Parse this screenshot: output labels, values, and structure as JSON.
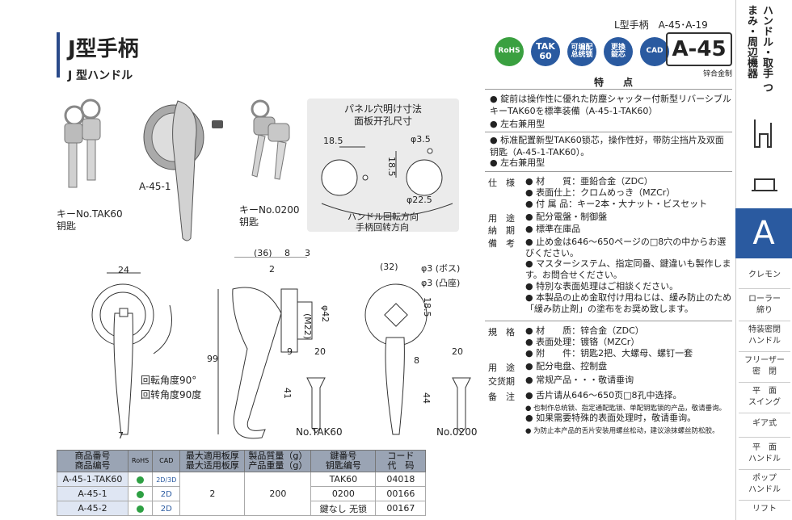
{
  "header": {
    "page_ref": "L型手柄　A-45･A-19",
    "title": "J型手柄",
    "subtitle": "J 型ハンドル",
    "code": "A-45",
    "code_sub": "锌合金制",
    "badges": [
      "RoHS",
      "TAK 60",
      "可编配\n总统锁",
      "更換\n錠芯",
      "CAD"
    ]
  },
  "side_tabs": {
    "category": "ハンドル・取手 つまみ・周辺機器",
    "letter": "A",
    "items": [
      "クレモン",
      "ローラー\n締り",
      "特装密閉\nハンドル",
      "フリーザー\n密　閉",
      "平　面\nスイング",
      "ギア式",
      "平　面\nハンドル",
      "ポップ\nハンドル",
      "リフト"
    ]
  },
  "images": {
    "key_tak60_jp": "キーNo.TAK60",
    "key_tak60_cn": "钥匙",
    "model_label": "A-45-1",
    "key_0200_jp": "キーNo.0200",
    "key_0200_cn": "钥匙"
  },
  "panel": {
    "title_jp": "パネル穴明け寸法",
    "title_cn": "面板开孔尺寸",
    "d1": "18.5",
    "d2": "φ3.5",
    "d3": "18.5",
    "d4": "φ22.5",
    "rotation_jp": "ハンドル回転方向",
    "rotation_cn": "手柄回转方向"
  },
  "drawing": {
    "d24": "24",
    "d36": "(36)",
    "d8": "8",
    "d3": "3",
    "d2": "2",
    "d99": "99",
    "dM22": "(M22)",
    "d42": "φ42",
    "d9": "9",
    "d20a": "20",
    "d41": "41",
    "d7": "7",
    "d32": "(32)",
    "boss": "φ3 (ボス)",
    "seat": "φ3 (凸座)",
    "d185": "18.5",
    "d8b": "8",
    "d20b": "20",
    "d44": "44",
    "rot_jp": "回転角度90°",
    "rot_cn": "回转角度90度",
    "key1": "No.TAK60",
    "key2": "No.0200"
  },
  "features": {
    "title": "特　点",
    "jp1": "錠前は操作性に優れた防塵シャッター付新型リバーシブルキーTAK60を標準装備（A-45-1-TAK60）",
    "jp2": "左右兼用型",
    "cn1": "标准配置新型TAK60锁芯，操作性好，带防尘挡片及双面钥匙（A-45-1-TAK60）。",
    "cn2": "左右兼用型"
  },
  "spec_jp": {
    "l_spec": "仕　様",
    "v_spec1": "● 材　　質：亜鉛合金（ZDC）",
    "v_spec2": "● 表面仕上：クロムめっき（MZCr）",
    "v_spec3": "● 付 属 品：キー2本・大ナット・ビスセット",
    "l_use": "用　途",
    "v_use": "● 配分電盤・制御盤",
    "l_delivery": "納　期",
    "v_delivery": "● 標準在庫品",
    "l_note": "備　考",
    "v_note1": "● 止め金は646～650ページの□8穴の中からお選びください。",
    "v_note2": "● マスターシステム、指定同番、鍵違いも製作します。お問合せください。",
    "v_note3": "● 特別な表面処理はご相談ください。",
    "v_note4": "● 本製品の止め金取付け用ねじは、緩み防止のため「緩み防止剤」の塗布をお奨め致します。"
  },
  "spec_cn": {
    "l_spec": "規　格",
    "v_spec1": "● 材　　质：锌合金（ZDC）",
    "v_spec2": "● 表面处理：镀铬（MZCr）",
    "v_spec3": "● 附　　件：钥匙2把、大螺母、螺钉一套",
    "l_use": "用　途",
    "v_use": "● 配分电盘、控制盘",
    "l_delivery": "交货期",
    "v_delivery": "● 常规产品・・・敬请垂询",
    "l_note": "备　注",
    "v_note1": "● 舌片请从646～650页□8孔中选择。",
    "v_note2": "● 也制作总统锁、指定通配匙锁、单配钥匙锁的产品，敬请垂询。",
    "v_note3": "● 如果需要特殊的表面处理时，敬请垂询。",
    "v_note4": "● 为防止本产品的舌片安装用螺丝松动，建议涂抹螺丝防松胶。"
  },
  "table": {
    "h_part": "商品番号\n商品编号",
    "h_rohs": "RoHS",
    "h_cad": "CAD",
    "h_thick": "最大適用板厚\n最大适用板厚",
    "h_weight": "製品質量（g）\n产品重量（g）",
    "h_key": "鍵番号\n钥匙编号",
    "h_code": "コード\n代　码",
    "rows": [
      {
        "part": "A-45-1-TAK60",
        "cad": "2D/3D",
        "key": "TAK60",
        "code": "04018"
      },
      {
        "part": "A-45-1",
        "cad": "2D",
        "key": "0200",
        "code": "00166"
      },
      {
        "part": "A-45-2",
        "cad": "2D",
        "key": "鍵なし 无锁",
        "code": "00167"
      }
    ],
    "thick": "2",
    "weight": "200"
  }
}
